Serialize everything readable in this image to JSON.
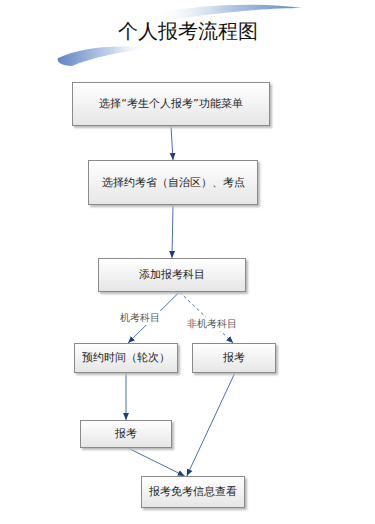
{
  "diagram": {
    "title": "个人报考流程图",
    "nodes": [
      {
        "text": [
          "选择“考生个人报考”功能菜单"
        ]
      },
      {
        "text": [
          "选择约考省（自治区）、考点"
        ]
      },
      {
        "text": [
          "添加报考科目"
        ]
      },
      {
        "text": [
          "预约时间（轮次）"
        ]
      },
      {
        "text": [
          "报考"
        ]
      },
      {
        "text": [
          "报考"
        ]
      },
      {
        "text": [
          "报考免考信息查看"
        ]
      }
    ],
    "edges": [
      {
        "from": 0,
        "to": 1,
        "arrow": "to"
      },
      {
        "from": 1,
        "to": 2,
        "arrow": "to"
      },
      {
        "from": 2,
        "to": 3,
        "label": "机考科目",
        "arrow": "to"
      },
      {
        "from": 2,
        "to": 4,
        "label": "非机考科目",
        "arrow": "to"
      },
      {
        "from": 3,
        "to": 5,
        "arrow": "to"
      },
      {
        "from": 5,
        "to": 6,
        "arrow": "to"
      },
      {
        "from": 4,
        "to": 6,
        "arrow": "to"
      }
    ]
  }
}
